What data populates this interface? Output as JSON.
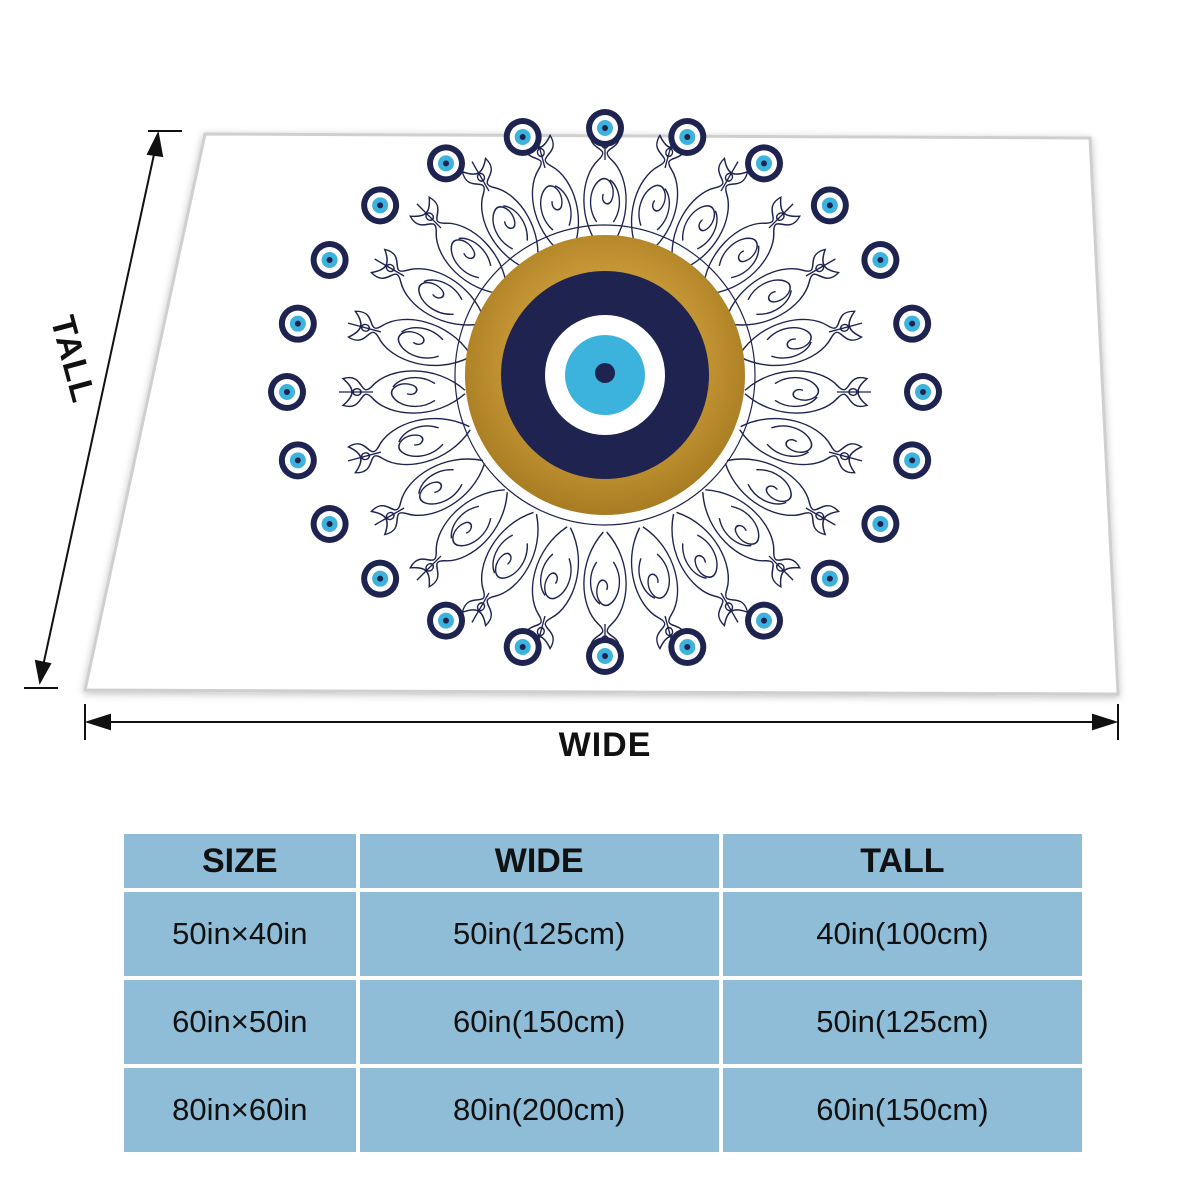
{
  "labels": {
    "tall": "TALL",
    "wide": "WIDE"
  },
  "colors": {
    "navy": "#1e2350",
    "turquoise": "#3bb3dc",
    "gold": "#c99a38",
    "table_fill": "#8fbcd6"
  },
  "table": {
    "headers": [
      "SIZE",
      "WIDE",
      "TALL"
    ],
    "rows": [
      [
        "50in×40in",
        "50in(125cm)",
        "40in(100cm)"
      ],
      [
        "60in×50in",
        "60in(150cm)",
        "50in(125cm)"
      ],
      [
        "80in×60in",
        "80in(200cm)",
        "60in(150cm)"
      ]
    ]
  },
  "illustration": {
    "motif": "evil-eye-mandala",
    "outer_charm_count": 24
  }
}
